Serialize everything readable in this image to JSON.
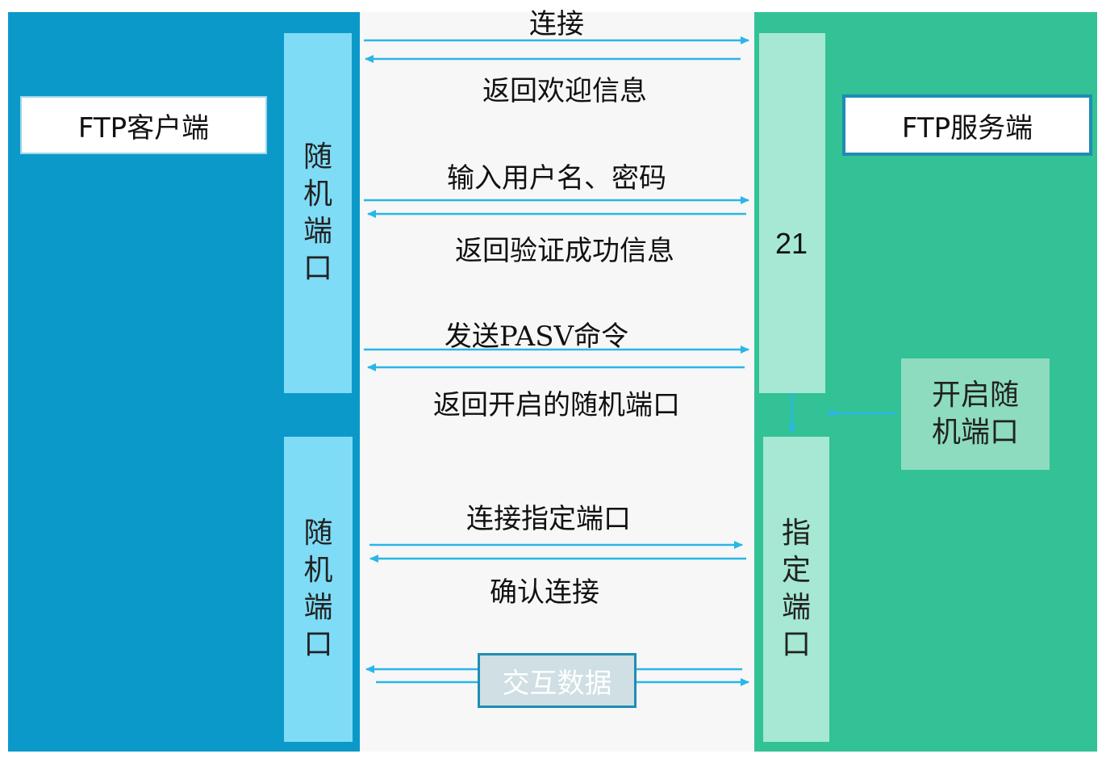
{
  "client": {
    "label": "FTP客户端",
    "random_port_label": [
      "随",
      "机",
      "端",
      "口"
    ]
  },
  "server": {
    "label": "FTP服务端",
    "control_port": "21",
    "specified_port_label": [
      "指",
      "定",
      "端",
      "口"
    ],
    "open_random_port": [
      "开启随",
      "机端口"
    ]
  },
  "messages": {
    "connect": "连接",
    "welcome": "返回欢迎信息",
    "credentials": "输入用户名、密码",
    "auth_success": "返回验证成功信息",
    "pasv": "发送PASV命令",
    "random_port_reply": "返回开启的随机端口",
    "connect_specified": "连接指定端口",
    "confirm": "确认连接",
    "exchange": "交互数据"
  },
  "colors": {
    "client_panel": "#0b99c9",
    "server_panel": "#33c196",
    "arrow": "#29b6e8"
  }
}
